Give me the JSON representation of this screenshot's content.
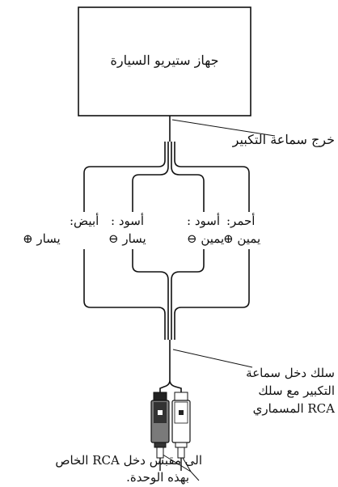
{
  "diagram": {
    "head_unit_label": "جهاز ستيريو السيارة",
    "speaker_output_label": "خرج سماعة التكبير",
    "wires": [
      {
        "color_label": "أحمر:",
        "side_label": "يمين ⊕"
      },
      {
        "color_label": "أسود :",
        "side_label": "يمين ⊖"
      },
      {
        "color_label": "أسود :",
        "side_label": "يسار ⊖"
      },
      {
        "color_label": "أبيض:",
        "side_label": "يسار ⊕"
      }
    ],
    "input_cable_label": [
      "سلك دخل سماعة",
      "التكبير مع سلك",
      "RCA المسماري"
    ],
    "rca_input_label": [
      "الى مقبس دخل RCA الخاص",
      "بهذه الوحدة."
    ]
  }
}
